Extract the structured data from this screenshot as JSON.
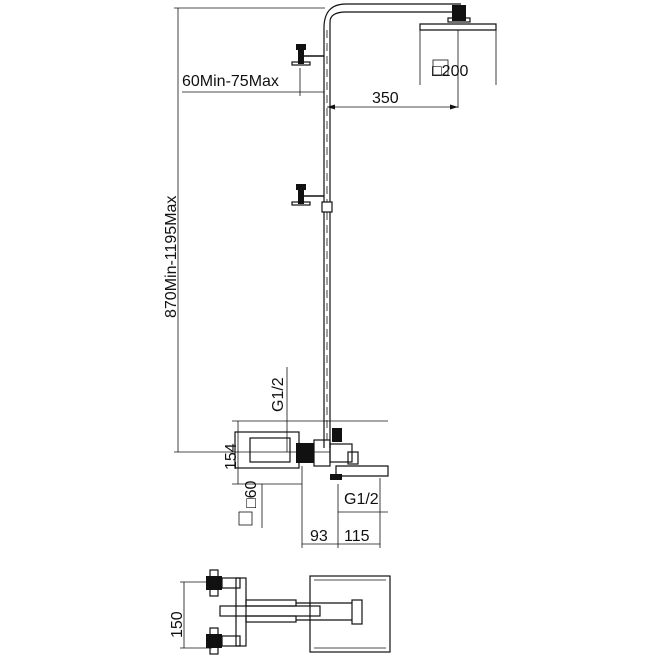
{
  "dimensions": {
    "height_range": "870Min-1195Max",
    "arm_offset": "60Min-75Max",
    "arm_length": "350",
    "head_size": "□200",
    "thread_top": "G1/2",
    "thread_bottom": "G1/2",
    "mixer_height": "154",
    "mixer_square": "□60",
    "spout_a": "93",
    "spout_b": "115",
    "plan_spacing": "150"
  }
}
